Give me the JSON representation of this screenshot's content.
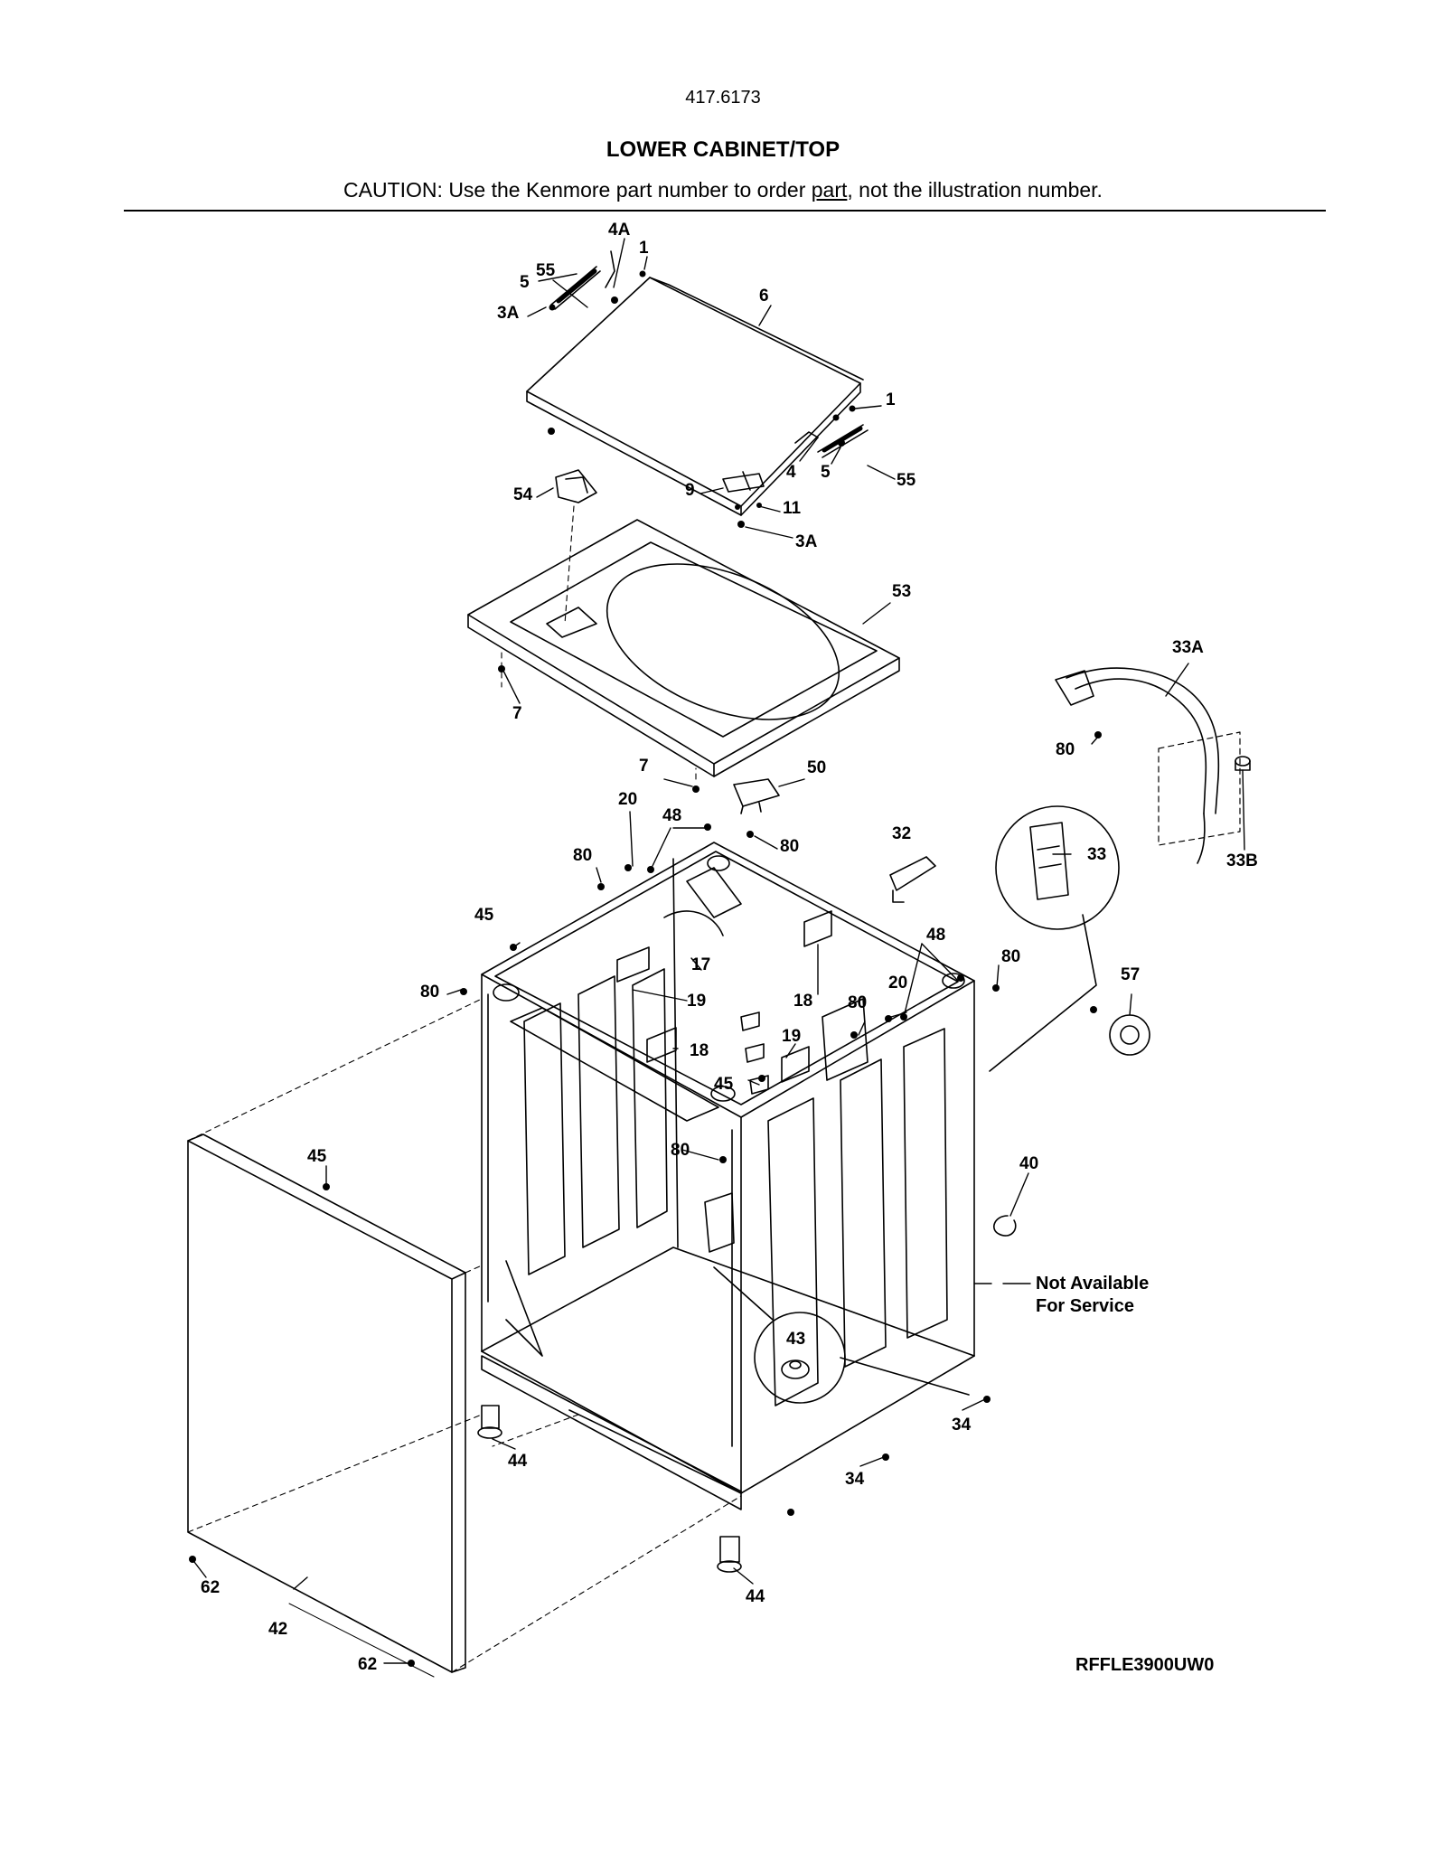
{
  "header": {
    "model": "417.6173",
    "title": "LOWER CABINET/TOP",
    "caution_prefix": "CAUTION: Use the Kenmore part number to order ",
    "caution_link": "part",
    "caution_suffix": ", not the illustration number."
  },
  "footer": {
    "diagram_code": "RFFLE3900UW0"
  },
  "note": {
    "line1": "Not Available",
    "line2": "For Service"
  },
  "callouts": {
    "c4A": "4A",
    "c1a": "1",
    "c55a": "55",
    "c5a": "5",
    "c6": "6",
    "c1b": "1",
    "c3Aa": "3A",
    "c4": "4",
    "c5b": "5",
    "c55b": "55",
    "c9": "9",
    "c11": "11",
    "c3Ab": "3A",
    "c54": "54",
    "c53": "53",
    "c7a": "7",
    "c7b": "7",
    "c50": "50",
    "c33A": "33A",
    "c80a": "80",
    "c33B": "33B",
    "c33": "33",
    "c20a": "20",
    "c48a": "48",
    "c80b": "80",
    "c80c": "80",
    "c32": "32",
    "c45a": "45",
    "c17": "17",
    "c48b": "48",
    "c80d": "80",
    "c20b": "20",
    "c19a": "19",
    "c18a": "18",
    "c80e": "80",
    "c80f": "80",
    "c57": "57",
    "c18b": "18",
    "c19b": "19",
    "c45b": "45",
    "c45c": "45",
    "c80g": "80",
    "c40": "40",
    "c43": "43",
    "c34a": "34",
    "c34b": "34",
    "c44a": "44",
    "c44b": "44",
    "c62a": "62",
    "c42": "42",
    "c62b": "62"
  }
}
